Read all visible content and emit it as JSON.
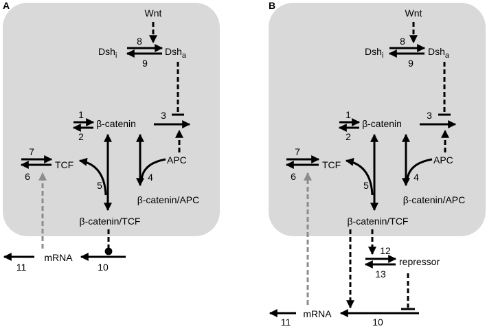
{
  "panels": [
    {
      "letter": "A",
      "nodes": {
        "wnt": "Wnt",
        "dsh_i": "Dsh",
        "dsh_i_sub": "i",
        "dsh_a": "Dsh",
        "dsh_a_sub": "a",
        "beta_catenin": "β-catenin",
        "tcf": "TCF",
        "apc": "APC",
        "beta_catenin_apc": "β-catenin/APC",
        "beta_catenin_tcf": "β-catenin/TCF",
        "mrna": "mRNA"
      },
      "reactions": [
        "1",
        "2",
        "3",
        "4",
        "5",
        "6",
        "7",
        "8",
        "9",
        "10",
        "11"
      ]
    },
    {
      "letter": "B",
      "nodes": {
        "wnt": "Wnt",
        "dsh_i": "Dsh",
        "dsh_i_sub": "i",
        "dsh_a": "Dsh",
        "dsh_a_sub": "a",
        "beta_catenin": "β-catenin",
        "tcf": "TCF",
        "apc": "APC",
        "beta_catenin_apc": "β-catenin/APC",
        "beta_catenin_tcf": "β-catenin/TCF",
        "mrna": "mRNA",
        "repressor": "repressor"
      },
      "reactions": [
        "1",
        "2",
        "3",
        "4",
        "5",
        "6",
        "7",
        "8",
        "9",
        "10",
        "11",
        "12",
        "13"
      ]
    }
  ],
  "colors": {
    "background_box": "#d9d9d9",
    "arrow": "#000000",
    "mrna_feedback": "#8c8c8c"
  }
}
